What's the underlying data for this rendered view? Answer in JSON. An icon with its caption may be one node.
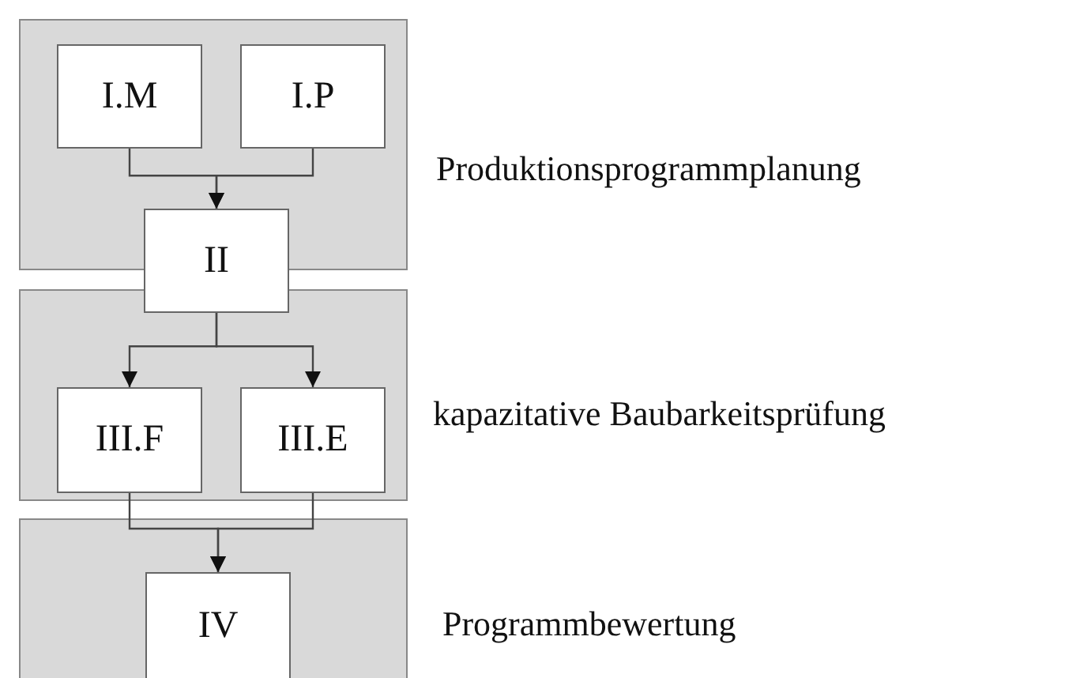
{
  "diagram": {
    "nodes": [
      {
        "text": [
          "Produktionsprogrammplanung"
        ]
      },
      {
        "text": [
          "I.M"
        ],
        "in": 0
      },
      {
        "text": [
          "I.P"
        ],
        "in": 0
      },
      {
        "text": [
          "II"
        ]
      },
      {
        "text": [
          "kapazitative Baubarkeitsprüfung"
        ]
      },
      {
        "text": [
          "III.F"
        ],
        "in": 4
      },
      {
        "text": [
          "III.E"
        ],
        "in": 4
      },
      {
        "text": [
          "Programmbewertung"
        ]
      },
      {
        "text": [
          "IV"
        ],
        "in": 7
      }
    ],
    "edges": [
      {
        "from": 1,
        "to": 3,
        "arrow": "to"
      },
      {
        "from": 2,
        "to": 3,
        "arrow": "to"
      },
      {
        "from": 3,
        "to": 5,
        "arrow": "to"
      },
      {
        "from": 3,
        "to": 6,
        "arrow": "to"
      },
      {
        "from": 5,
        "to": 8,
        "arrow": "to"
      },
      {
        "from": 6,
        "to": 8,
        "arrow": "to"
      }
    ]
  }
}
